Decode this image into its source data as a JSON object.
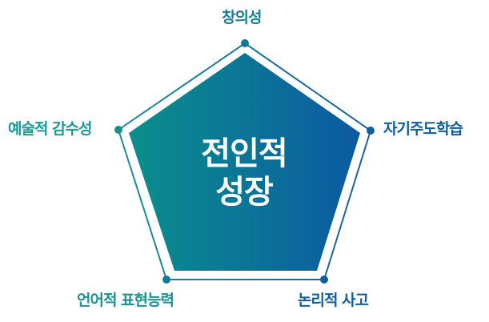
{
  "center": {
    "line1": "전인적",
    "line2": "성장"
  },
  "labels": {
    "top": "창의성",
    "right": "자기주도학습",
    "bottom_right": "논리적 사고",
    "bottom_left": "언어적 표현능력",
    "left": "예술적 감수성"
  },
  "colors": {
    "gradient_start": "#0b8f8c",
    "gradient_end": "#0b5aa1",
    "left_label": "#1a9a94",
    "right_label": "#0e5d9e",
    "outline": "#1f6f98"
  }
}
